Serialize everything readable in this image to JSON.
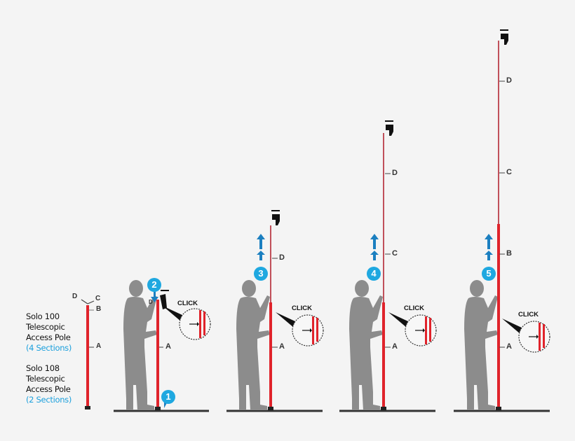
{
  "legend": [
    {
      "line1": "Solo 100",
      "line2": "Telescopic",
      "line3": "Access Pole",
      "sections": "(4 Sections)"
    },
    {
      "line1": "Solo 108",
      "line2": "Telescopic",
      "line3": "Access Pole",
      "sections": "(2 Sections)"
    }
  ],
  "section_labels": {
    "a": "A",
    "b": "B",
    "c": "C",
    "d": "D"
  },
  "click_label": "CLICK",
  "steps": [
    {
      "number": "1"
    },
    {
      "number": "2"
    },
    {
      "number": "3"
    },
    {
      "number": "4"
    },
    {
      "number": "5"
    }
  ],
  "colors": {
    "background": "#f4f4f4",
    "pole_red": "#e0232b",
    "pole_upper": "#c0505a",
    "badge_blue": "#1fa8e0",
    "arrow_blue": "#1b7fc0",
    "silhouette_gray": "#8c8c8c",
    "ground": "#333333"
  }
}
